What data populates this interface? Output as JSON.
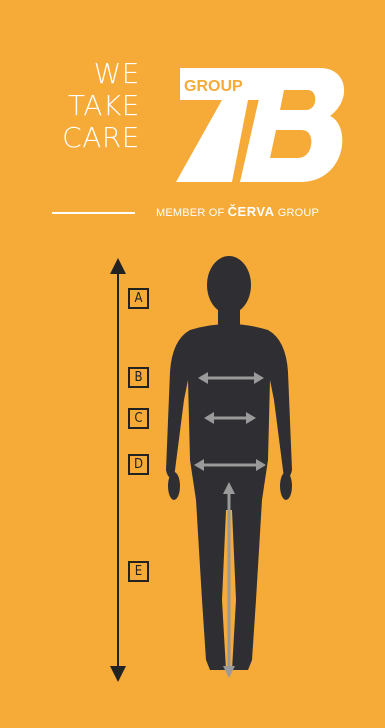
{
  "slogan": [
    "WE",
    "TAKE",
    "CARE"
  ],
  "logo": {
    "group_text": "GROUP",
    "mark_text": "TB"
  },
  "member_prefix": "MEMBER OF ",
  "member_brand": "ČERVA",
  "member_suffix": " GROUP",
  "labels": [
    "A",
    "B",
    "C",
    "D",
    "E"
  ],
  "colors": {
    "background": "#F6AB38",
    "figure": "#2F2F33",
    "arrows": "#9A9A9A",
    "ink": "#222222"
  }
}
